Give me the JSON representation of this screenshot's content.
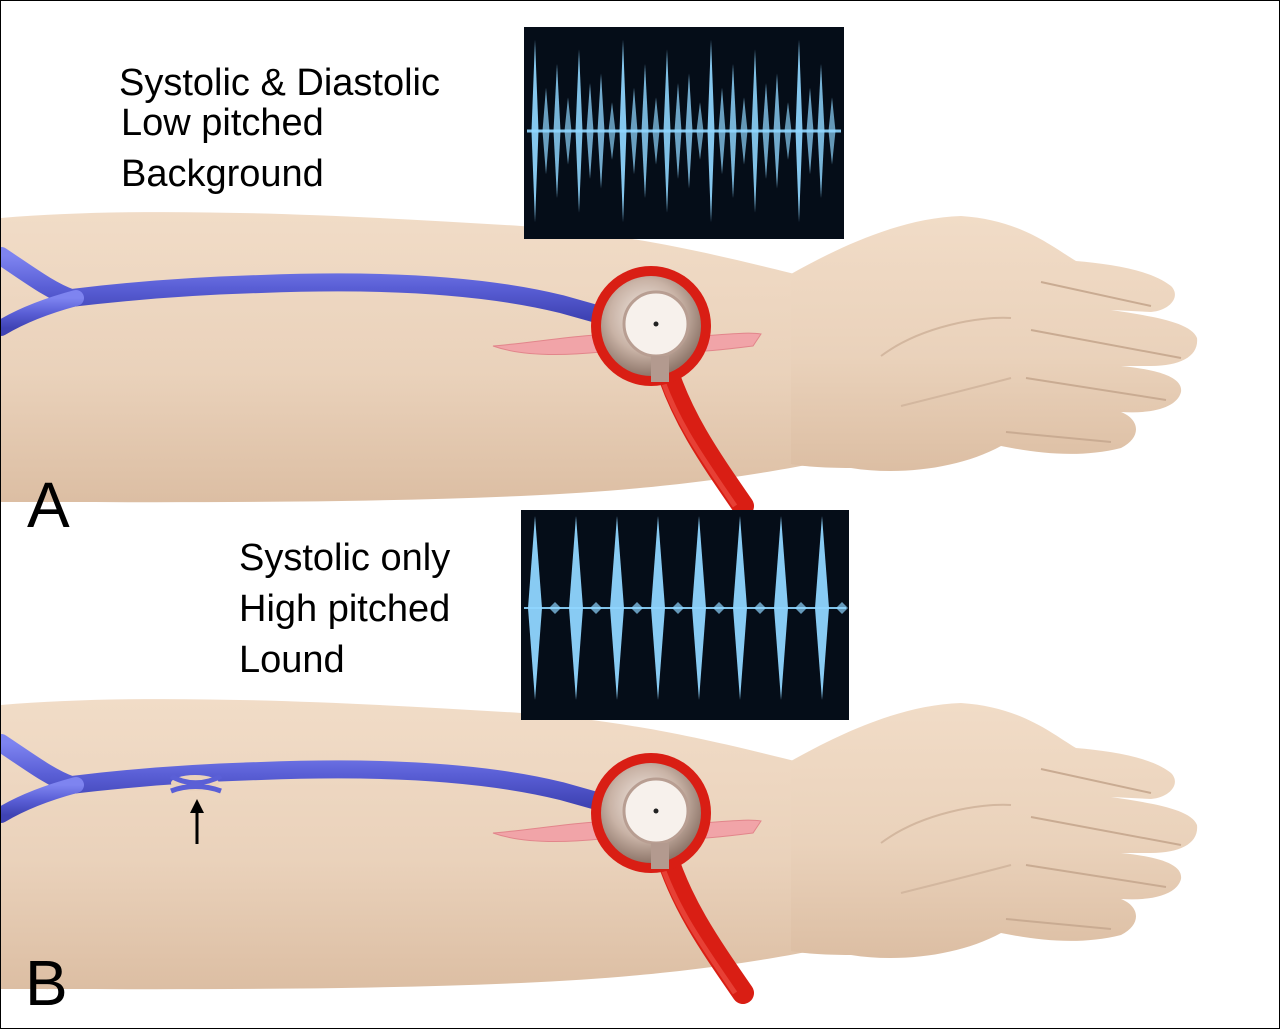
{
  "panels": [
    {
      "letter": "A",
      "sound_lines": [
        "Systolic & Diastolic",
        "Low pitched",
        "Background"
      ]
    },
    {
      "letter": "B",
      "sound_lines": [
        "Systolic only",
        "High pitched",
        "Lound"
      ]
    }
  ],
  "colors": {
    "skin": "#ead2bb",
    "vein": "#5a5fd6",
    "artery": "#f1a4a8",
    "stethoscope": "#d91e14",
    "waveform_bg": "#050d18",
    "waveform_line": "#8fd6ff"
  },
  "icons": {
    "stenosis_marker": "up-arrow-icon",
    "stethoscope": "stethoscope-icon"
  }
}
